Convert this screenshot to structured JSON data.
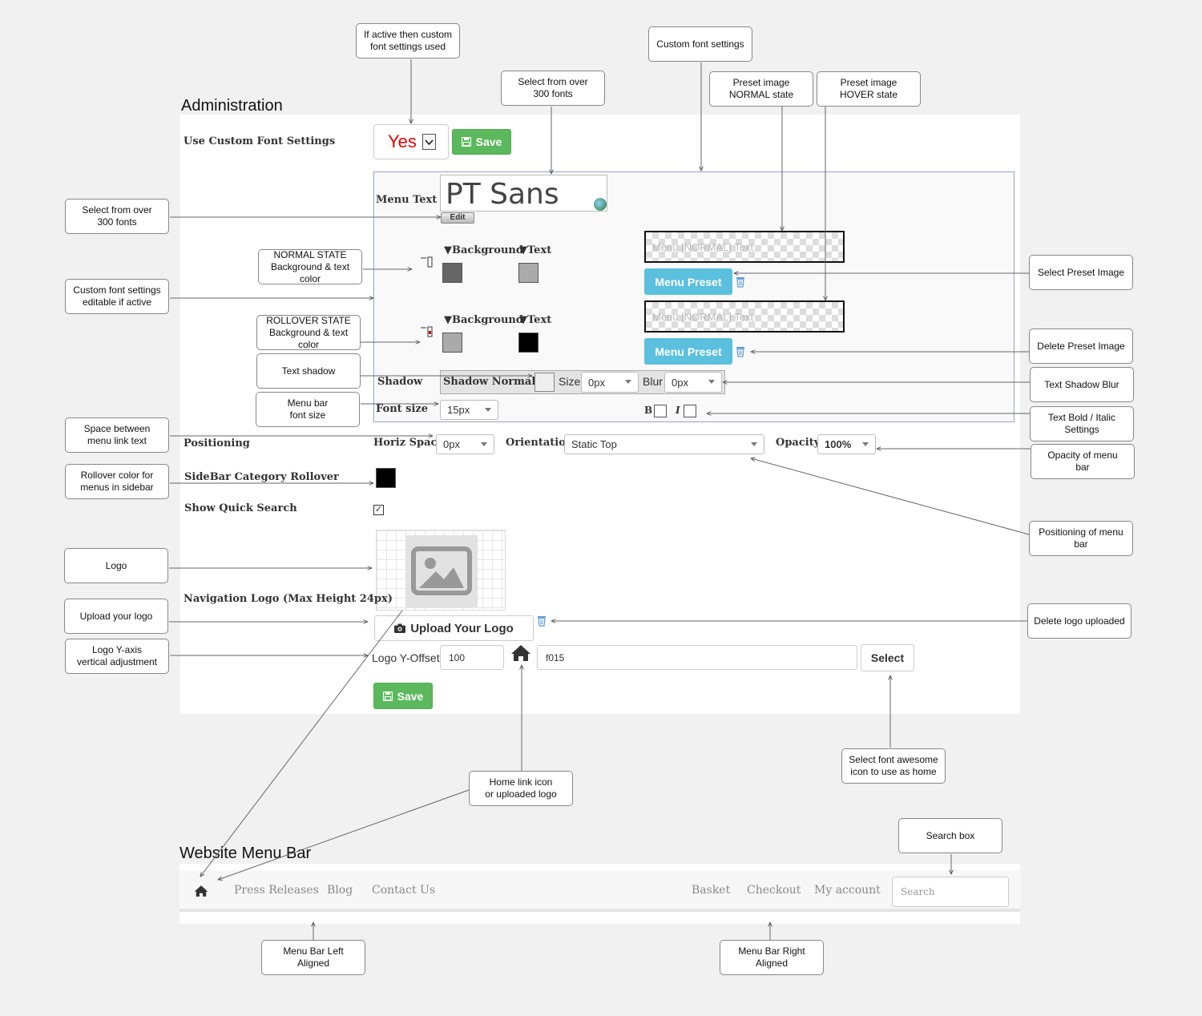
{
  "admin": {
    "heading": "Administration",
    "use_custom_font": {
      "label": "Use Custom Font Settings",
      "value": "Yes",
      "save": "Save"
    },
    "menu_text": {
      "label": "Menu Text",
      "font_name": "PT Sans",
      "edit": "Edit"
    },
    "normal_state": {
      "background": "▼Background",
      "text": "▼Text",
      "bg_color": "#666666",
      "text_color": "#aaaaaa"
    },
    "rollover_state": {
      "background": "▼Background",
      "text": "▼Text",
      "bg_color": "#aaaaaa",
      "text_color": "#000000"
    },
    "preset_normal": {
      "placeholder": "Menu [NORMAL] Text",
      "button": "Menu Preset"
    },
    "preset_hover": {
      "placeholder": "Menu [NORMAL] Text",
      "button": "Menu Preset"
    },
    "shadow": {
      "label": "Shadow",
      "type": "Shadow Normal▶",
      "size_label": "Size",
      "size": "0px",
      "blur_label": "Blur",
      "blur": "0px"
    },
    "font_size": {
      "label": "Font size",
      "value": "15px",
      "bold": "B",
      "italic": "I"
    },
    "positioning": {
      "label": "Positioning",
      "horiz_space_label": "Horiz Space",
      "horiz_space": "0px",
      "orientation_label": "Orientation",
      "orientation": "Static Top",
      "opacity_label": "Opacity",
      "opacity": "100%"
    },
    "sidebar_rollover": {
      "label": "SideBar Category Rollover",
      "color": "#000000"
    },
    "quick_search": {
      "label": "Show Quick Search",
      "checked": "✓"
    },
    "nav_logo": {
      "label": "Navigation Logo (Max Height 24px)",
      "upload": "Upload Your Logo",
      "y_offset_label": "Logo Y-Offset",
      "y_offset": "100",
      "icon_code": "f015",
      "select": "Select"
    },
    "save": "Save"
  },
  "menubar": {
    "heading": "Website Menu Bar",
    "left": [
      "Press Releases",
      "Blog",
      "Contact Us"
    ],
    "right": [
      "Basket",
      "Checkout",
      "My account"
    ],
    "search_placeholder": "Search"
  },
  "callouts": {
    "custom_active": "If active then custom\nfont settings used",
    "custom_font": "Custom font settings",
    "select_fonts_top": "Select from over\n300 fonts",
    "preset_normal": "Preset image\nNORMAL state",
    "preset_hover": "Preset image\nHOVER state",
    "select_fonts_left": "Select from over\n300 fonts",
    "normal_state": "NORMAL STATE\nBackground & text color",
    "custom_editable": "Custom font settings\neditable if active",
    "rollover_state": "ROLLOVER STATE\nBackground & text color",
    "text_shadow": "Text shadow",
    "menu_font_size": "Menu bar\nfont size",
    "space_between": "Space between\nmenu link text",
    "rollover_sidebar": "Rollover color for\nmenus in sidebar",
    "logo": "Logo",
    "upload_logo": "Upload your logo",
    "logo_y": "Logo Y-axis\nvertical adjustment",
    "select_preset": "Select Preset Image",
    "delete_preset": "Delete Preset Image",
    "shadow_blur": "Text Shadow Blur",
    "bold_italic": "Text Bold / Italic\nSettings",
    "opacity": "Opacity of menu\nbar",
    "positioning": "Positioning of menu\nbar",
    "delete_logo": "Delete logo uploaded",
    "fa_icon": "Select font awesome\nicon to use as home",
    "home_icon": "Home link icon\nor uploaded logo",
    "search_box": "Search box",
    "left_aligned": "Menu Bar Left\nAligned",
    "right_aligned": "Menu Bar Right\nAligned"
  }
}
